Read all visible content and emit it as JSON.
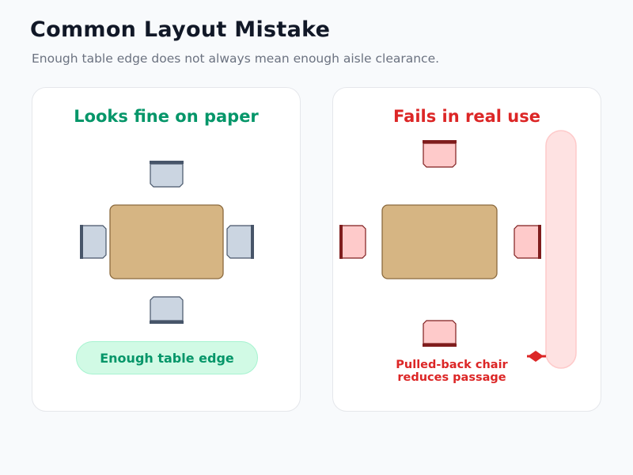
{
  "title": "Common Layout Mistake",
  "subtitle": "Enough table edge does not always mean enough aisle clearance.",
  "left_panel": {
    "title": "Looks fine on paper",
    "pill_label": "Enough table edge"
  },
  "right_panel": {
    "title": "Fails in real use",
    "note_line1": "Pulled-back chair",
    "note_line2": "reduces passage"
  },
  "colors": {
    "good_title": "#059669",
    "bad_title": "#dc2626",
    "table_fill": "#d6b583",
    "table_stroke": "#8b6a3e",
    "chair_ok_fill": "#cbd5e1",
    "chair_ok_stroke": "#475569",
    "chair_bad_fill": "#fecaca",
    "chair_bad_stroke": "#7f1d1d",
    "pill_fill": "#d1fae5",
    "pill_stroke": "#a7f3d0",
    "aisle_fill": "#fee2e2",
    "aisle_stroke": "#fecaca",
    "arrow": "#dc2626"
  }
}
